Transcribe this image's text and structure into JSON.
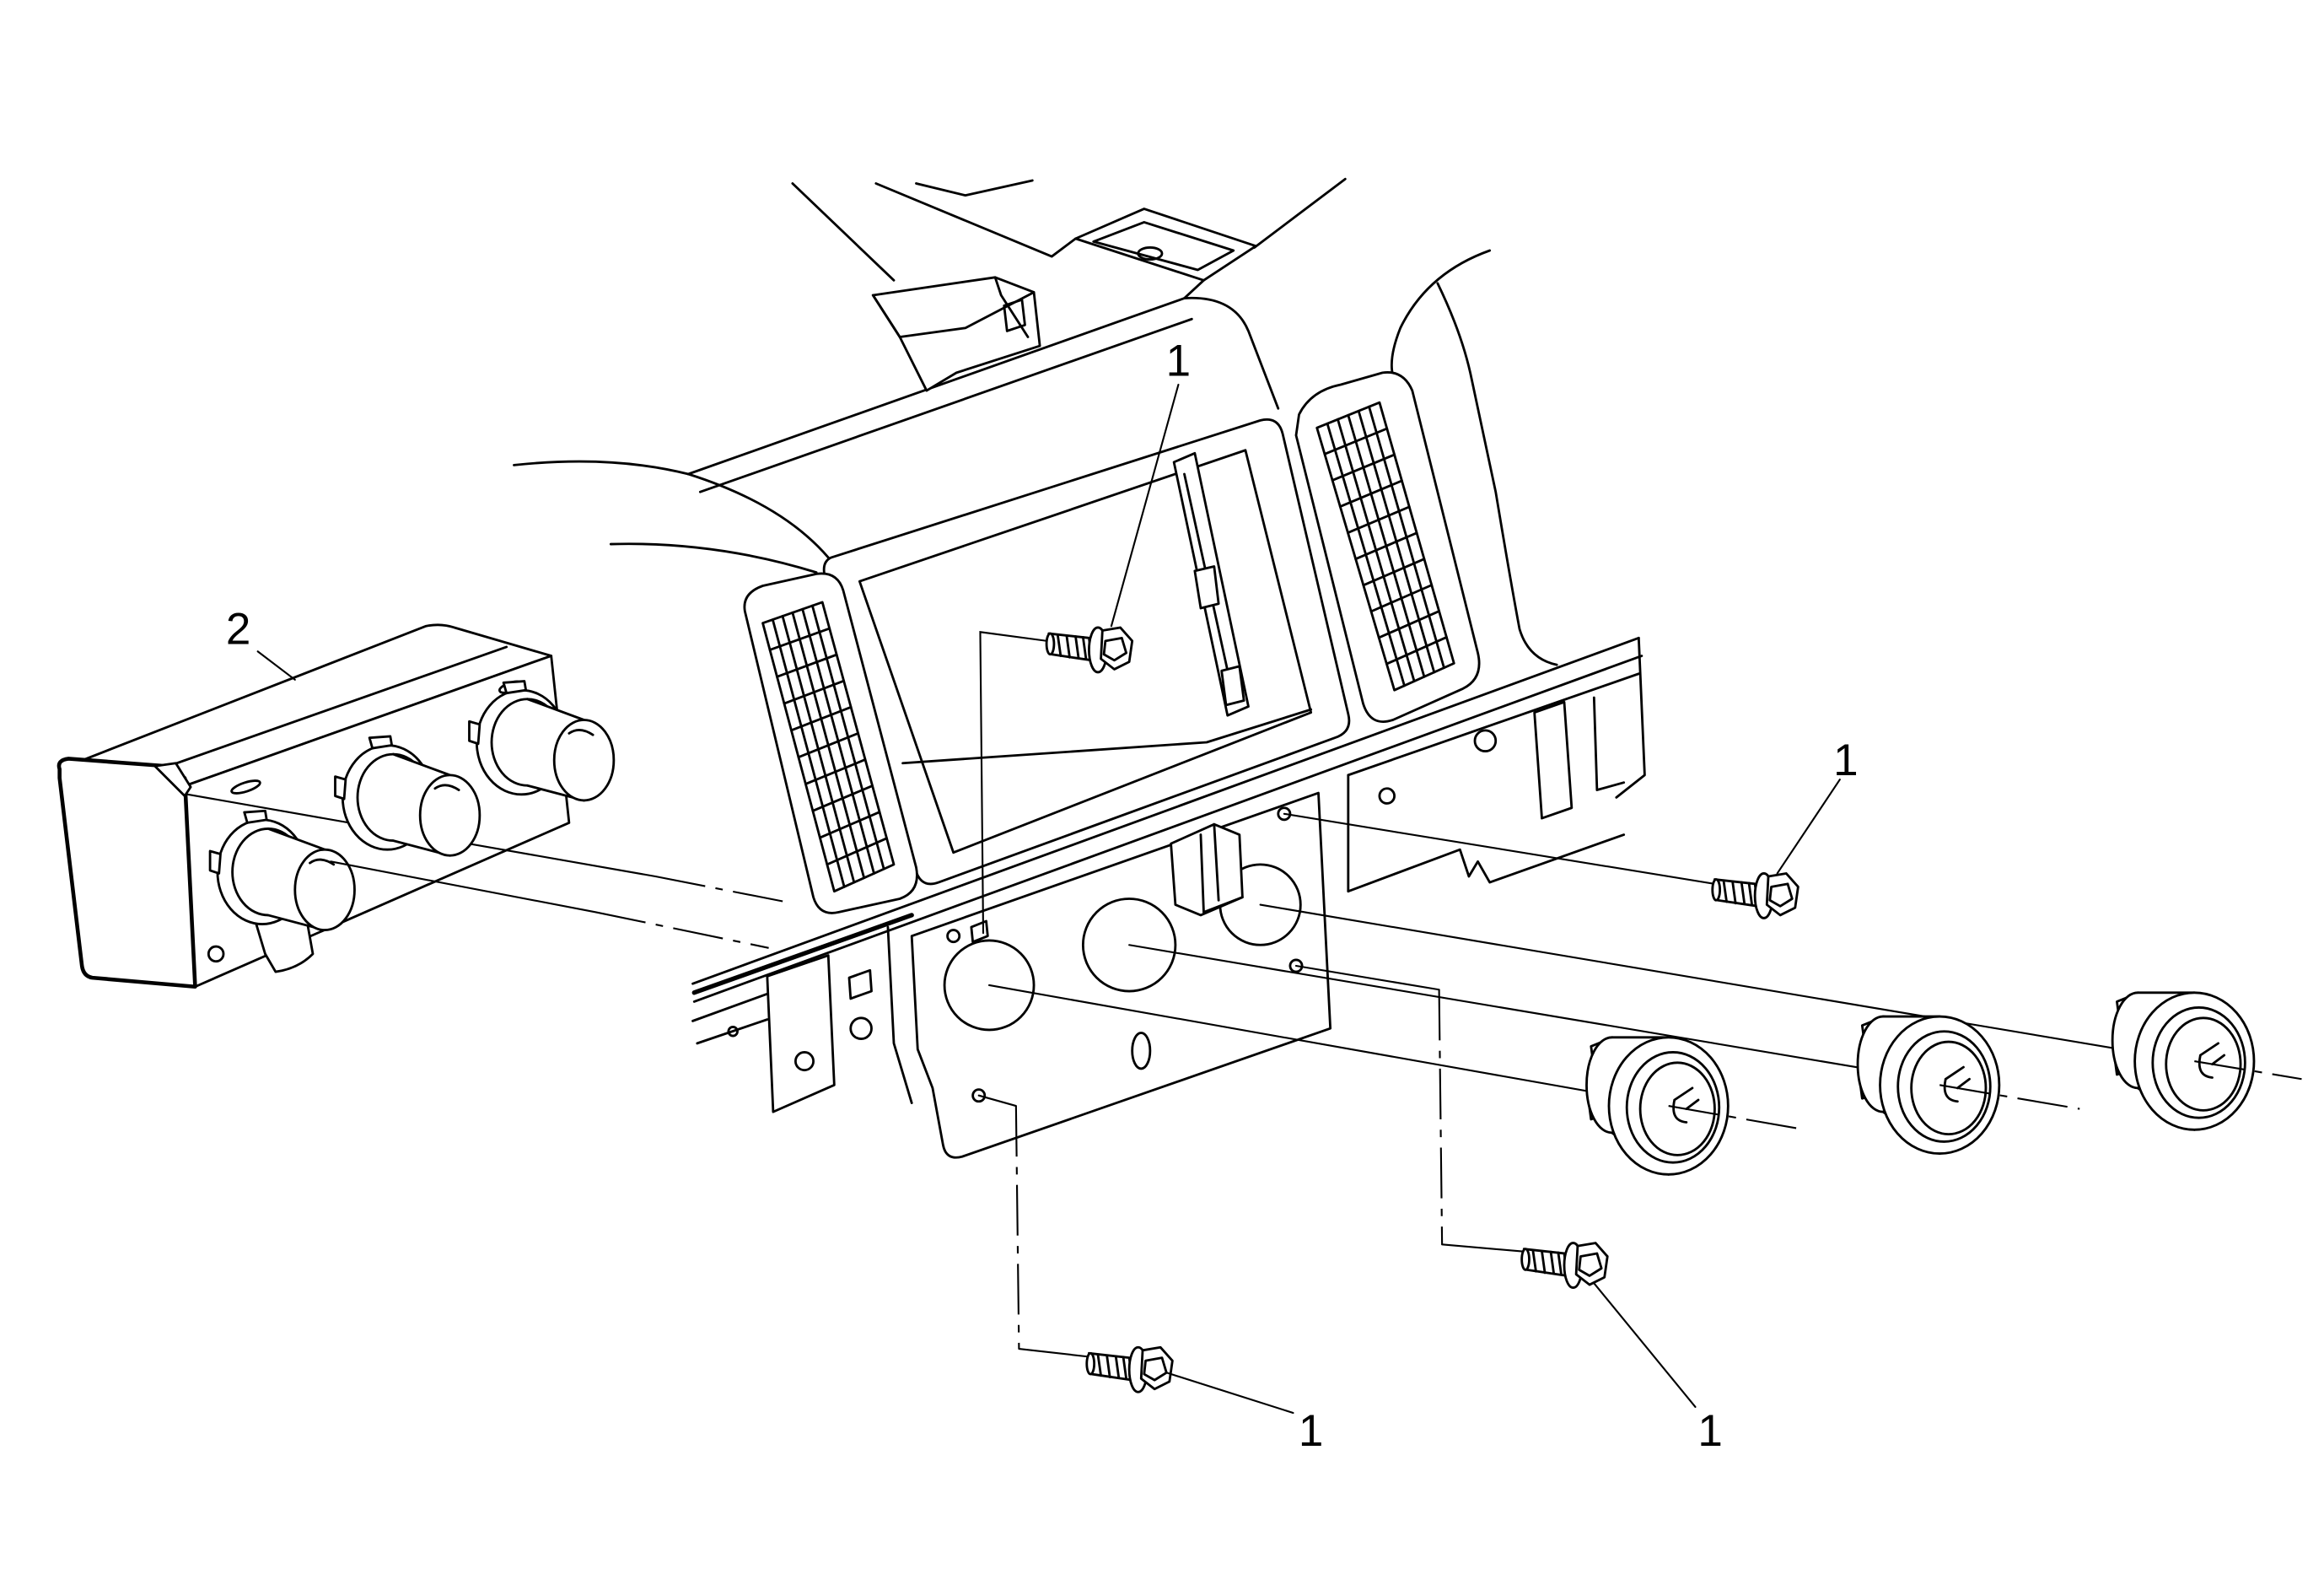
{
  "colors": {
    "line": "#000000",
    "background": "#ffffff"
  },
  "callouts": {
    "bolt_upper": "1",
    "module": "2",
    "bolt_right": "1",
    "bolt_lower_left": "1",
    "bolt_lower_right": "1"
  }
}
